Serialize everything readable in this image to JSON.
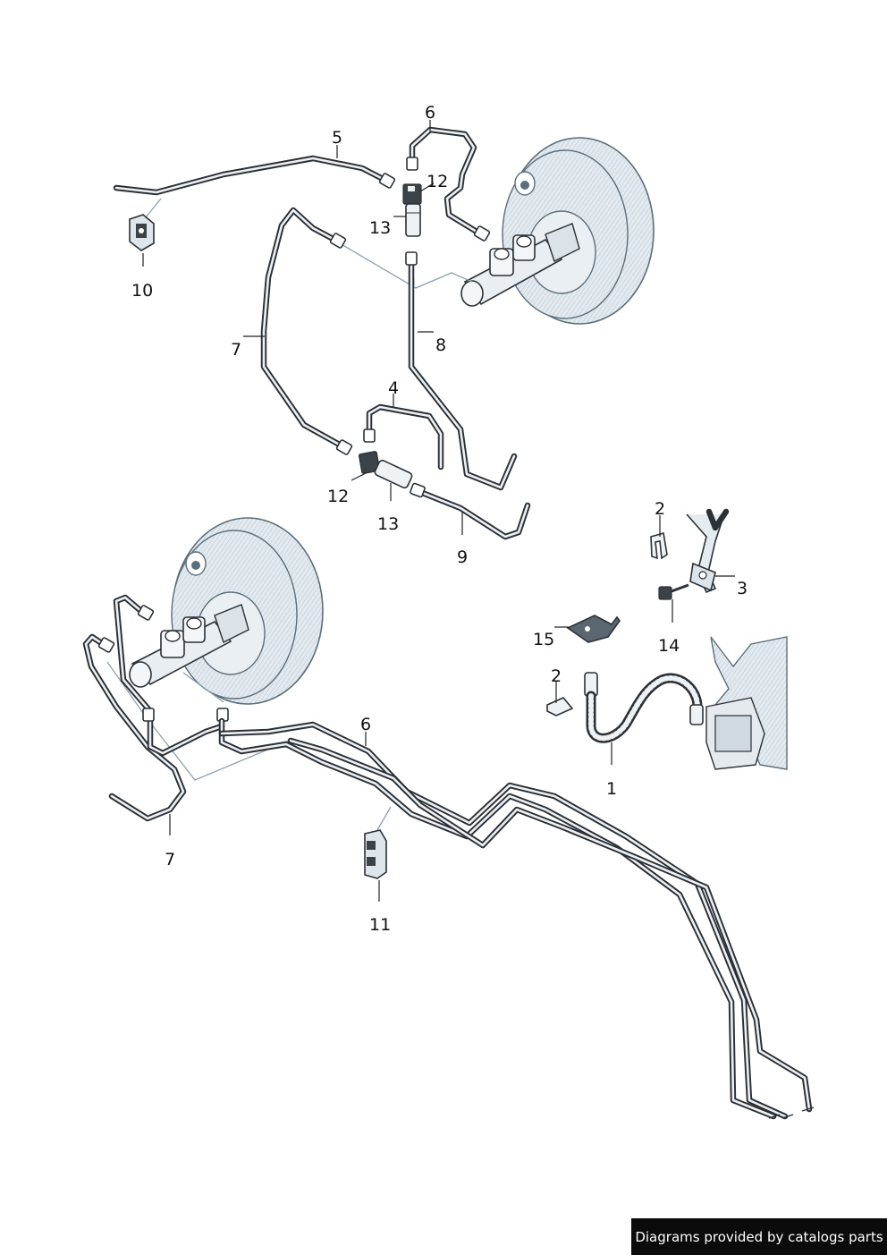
{
  "callouts": {
    "c1": "1",
    "c2a": "2",
    "c2b": "2",
    "c3": "3",
    "c4": "4",
    "c5": "5",
    "c6a": "6",
    "c6b": "6",
    "c7a": "7",
    "c7b": "7",
    "c8": "8",
    "c9": "9",
    "c10": "10",
    "c11": "11",
    "c12a": "12",
    "c12b": "12",
    "c13a": "13",
    "c13b": "13",
    "c14": "14",
    "c15": "15"
  },
  "footer": {
    "credit": "Diagrams provided by catalogs parts"
  },
  "colors": {
    "pipe": "#2b3136",
    "booster_fill": "#dde6ec",
    "booster_stroke": "#5c6e7a",
    "credit_bg": "#0b0b0b"
  }
}
